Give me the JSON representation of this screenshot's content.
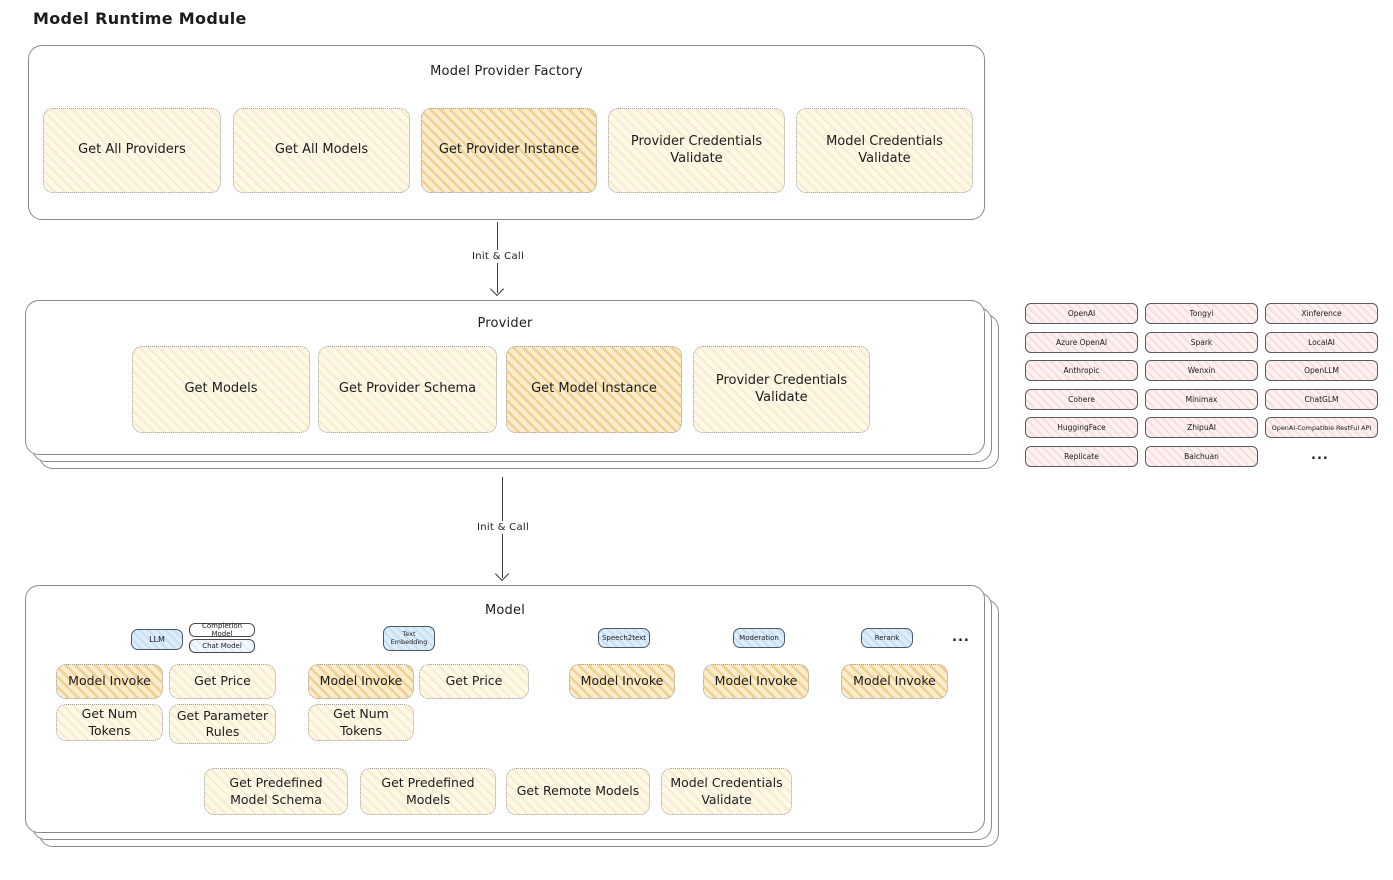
{
  "title": "Model Runtime Module",
  "colors": {
    "node_yellow": "#fdf8e8",
    "node_orange_highlight": "#f6e3b4",
    "provider_pill_pink": "#fdf1f1",
    "chip_blue": "#ddedfa",
    "frame_border": "#8a8a8a",
    "text": "#1c1c1c"
  },
  "factory": {
    "caption": "Model Provider Factory",
    "buttons": [
      {
        "label": "Get All Providers",
        "highlight": false
      },
      {
        "label": "Get All Models",
        "highlight": false
      },
      {
        "label": "Get Provider Instance",
        "highlight": true
      },
      {
        "label": "Provider Credentials Validate",
        "highlight": false
      },
      {
        "label": "Model Credentials Validate",
        "highlight": false
      }
    ]
  },
  "arrow1": {
    "label": "Init & Call"
  },
  "arrow2": {
    "label": "Init & Call"
  },
  "provider": {
    "caption": "Provider",
    "buttons": [
      {
        "label": "Get Models",
        "highlight": false
      },
      {
        "label": "Get Provider Schema",
        "highlight": false
      },
      {
        "label": "Get Model Instance",
        "highlight": true
      },
      {
        "label": "Provider Credentials Validate",
        "highlight": false
      }
    ]
  },
  "providers_grid": {
    "col1": [
      "OpenAI",
      "Azure OpenAI",
      "Anthropic",
      "Cohere",
      "HuggingFace",
      "Replicate"
    ],
    "col2": [
      "Tongyi",
      "Spark",
      "Wenxin",
      "Minimax",
      "ZhipuAI",
      "Baichuan"
    ],
    "col3": [
      "Xinference",
      "LocalAI",
      "OpenLLM",
      "ChatGLM",
      "OpenAI-Compatible RestFul API"
    ],
    "more": "..."
  },
  "model": {
    "caption": "Model",
    "chips": {
      "llm": "LLM",
      "completion": "Completion Model",
      "chat": "Chat Model",
      "text_embedding": "Text Embedding",
      "speech2text": "Speech2text",
      "moderation": "Moderation",
      "rerank": "Rerank",
      "more": "..."
    },
    "llm_buttons": [
      {
        "label": "Model Invoke",
        "highlight": true
      },
      {
        "label": "Get Price",
        "highlight": false
      },
      {
        "label": "Get Num Tokens",
        "highlight": false
      },
      {
        "label": "Get Parameter Rules",
        "highlight": false
      }
    ],
    "embedding_buttons": [
      {
        "label": "Model Invoke",
        "highlight": true
      },
      {
        "label": "Get Price",
        "highlight": false
      },
      {
        "label": "Get Num Tokens",
        "highlight": false
      }
    ],
    "speech2text_buttons": [
      {
        "label": "Model Invoke",
        "highlight": true
      }
    ],
    "moderation_buttons": [
      {
        "label": "Model Invoke",
        "highlight": true
      }
    ],
    "rerank_buttons": [
      {
        "label": "Model Invoke",
        "highlight": true
      }
    ],
    "bottom_buttons": [
      {
        "label": "Get Predefined Model Schema",
        "highlight": false
      },
      {
        "label": "Get Predefined Models",
        "highlight": false
      },
      {
        "label": "Get Remote Models",
        "highlight": false
      },
      {
        "label": "Model Credentials Validate",
        "highlight": false
      }
    ]
  }
}
